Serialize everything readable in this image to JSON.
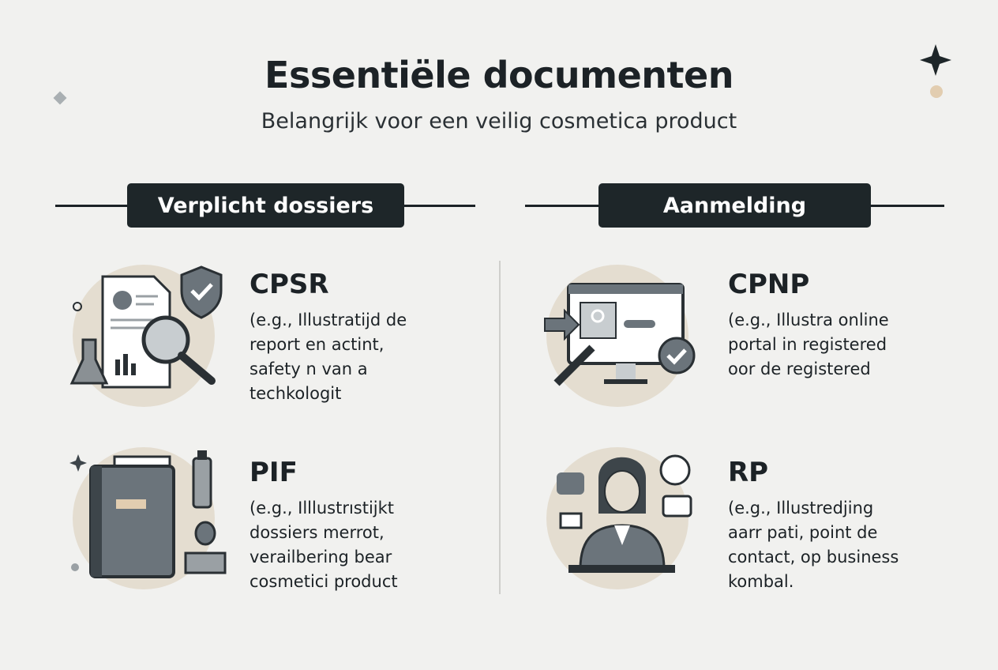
{
  "header": {
    "title": "Essentiële documenten",
    "subtitle": "Belangrijk voor een veilig cosmetica product"
  },
  "sections": [
    {
      "label": "Verplicht dossiers",
      "items": [
        {
          "title": "CPSR",
          "body": "(e.g., Illustratijd de\nreport en actint,\nsafety n van a\ntechkologit",
          "icon": "report-magnifier-shield-icon"
        },
        {
          "title": "PIF",
          "body": "(e.g., Illlustrıstijkt\ndossiers merrot,\nverailbering bear\ncosmetici product",
          "icon": "binder-stamp-icon"
        }
      ]
    },
    {
      "label": "Aanmelding",
      "items": [
        {
          "title": "CPNP",
          "body": "(e.g., Illustra online\nportal in registered\noor de registered",
          "icon": "online-portal-monitor-icon"
        },
        {
          "title": "RP",
          "body": "(e.g., Illustredjing\naarr pati, point de\ncontact, op business\nkombal.",
          "icon": "contact-person-headset-icon"
        }
      ]
    }
  ],
  "colors": {
    "dark": "#1e2629",
    "accent_beige": "#e4ddd0",
    "icon_gray": "#6b747b",
    "background": "#f1f1ef"
  }
}
